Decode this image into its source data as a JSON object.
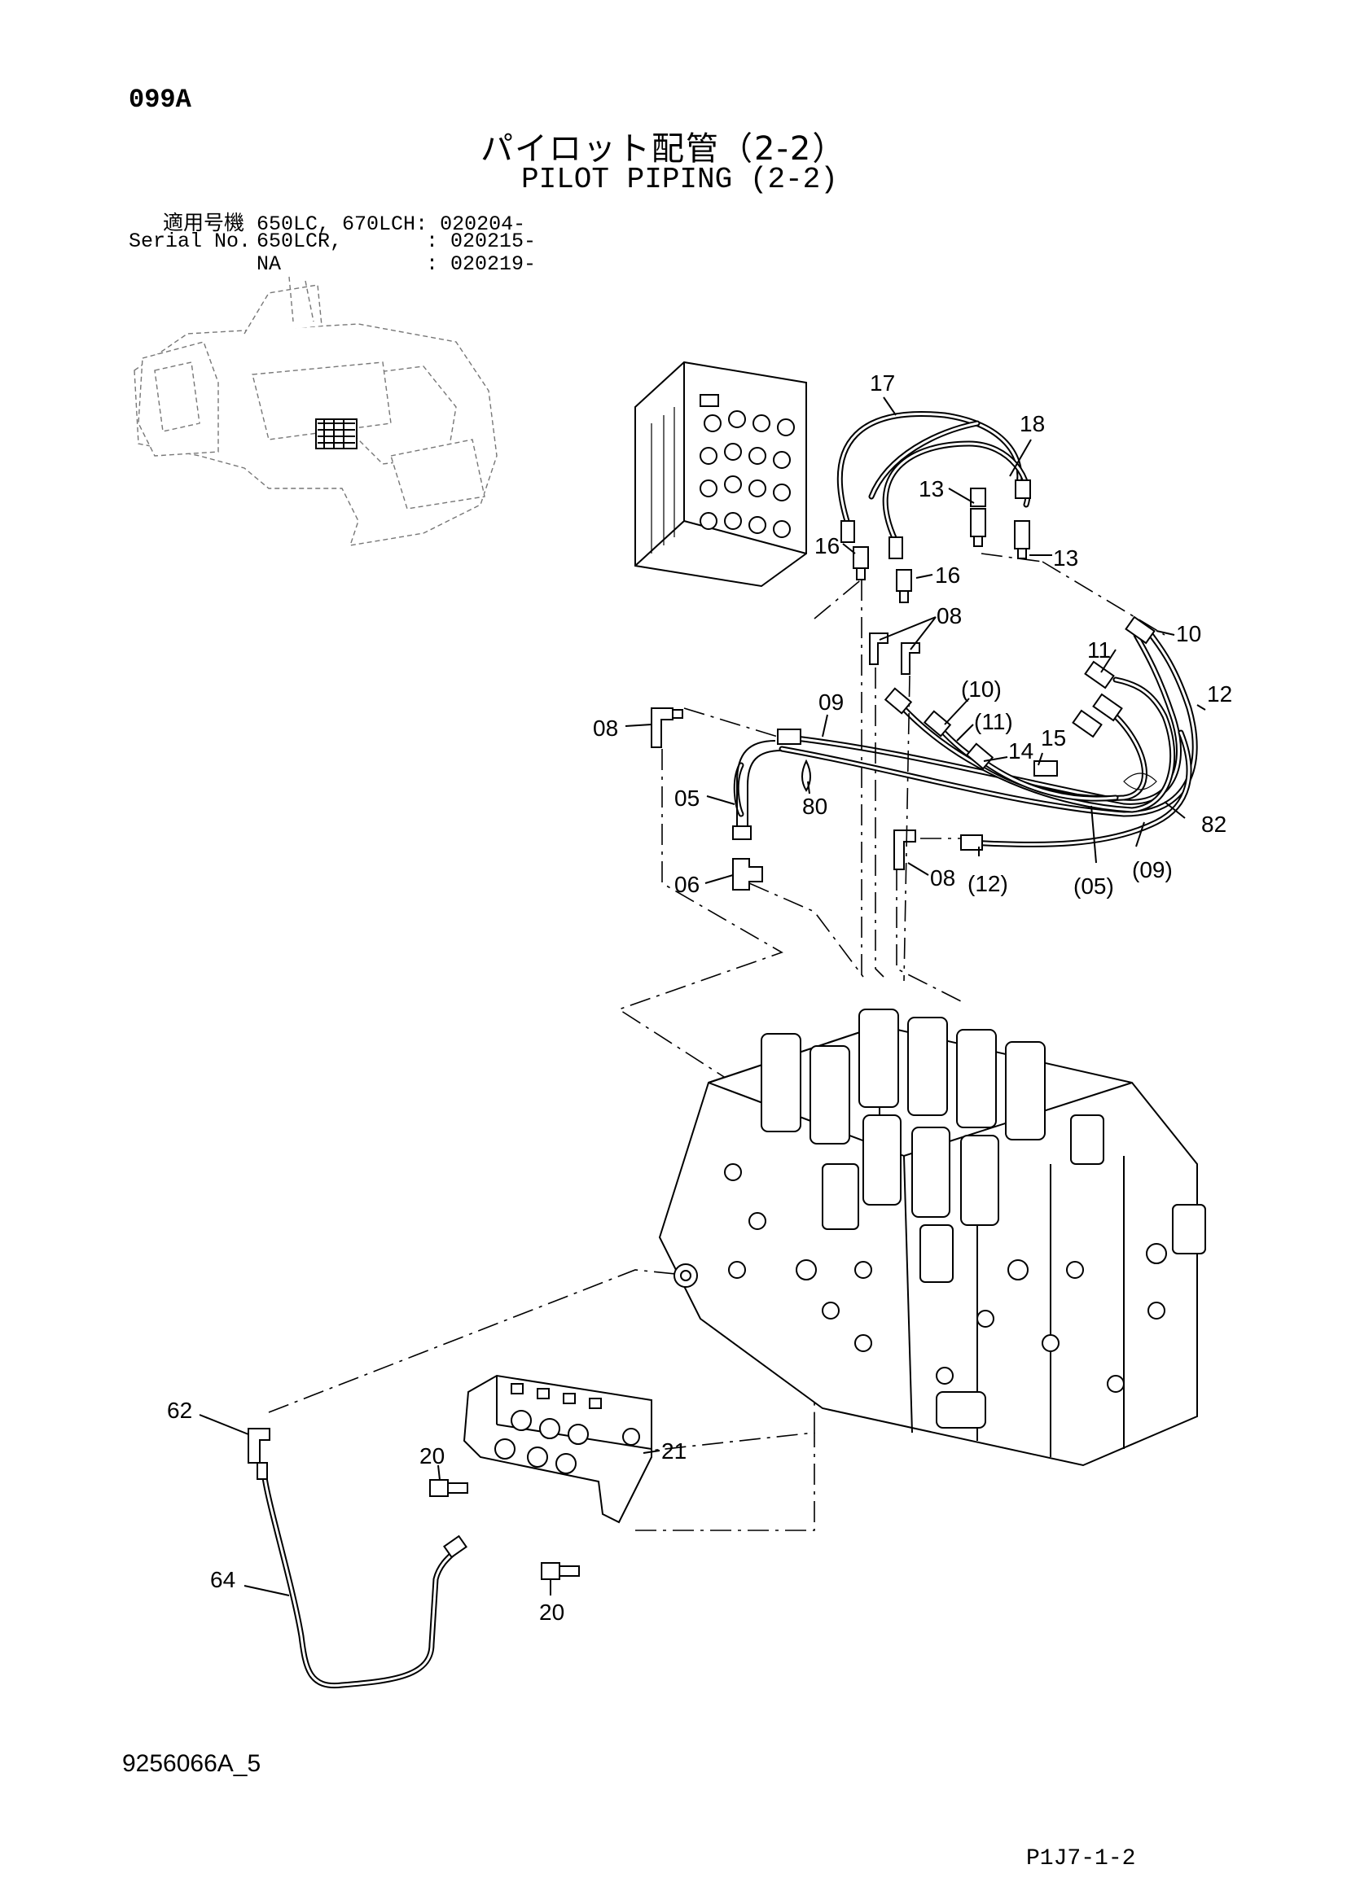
{
  "header": {
    "page_code": "099A",
    "title_jp": "パイロット配管（2-2）",
    "title_en": "PILOT PIPING (2-2)"
  },
  "serial": {
    "label_jp": "適用号機",
    "label_en": "Serial No.",
    "rows": [
      {
        "model": "650LC, 670LCH",
        "range": ": 020204-"
      },
      {
        "model": "650LCR,",
        "range": ": 020215-"
      },
      {
        "model": "NA",
        "range": ": 020219-"
      }
    ]
  },
  "callouts": {
    "c17": "17",
    "c18": "18",
    "c13a": "13",
    "c13b": "13",
    "c16a": "16",
    "c16b": "16",
    "c08a": "08",
    "c10": "10",
    "c11": "11",
    "c12": "12",
    "c08b": "08",
    "c09": "09",
    "c10p": "(10)",
    "c11p": "(11)",
    "c14": "14",
    "c15": "15",
    "c05": "05",
    "c80": "80",
    "c82": "82",
    "c06": "06",
    "c08c": "08",
    "c12p": "(12)",
    "c05p": "(05)",
    "c09p": "(09)",
    "c62": "62",
    "c20a": "20",
    "c21": "21",
    "c64": "64",
    "c20b": "20"
  },
  "footer": {
    "doc_number": "9256066A_5",
    "page_ref": "P1J7-1-2"
  }
}
